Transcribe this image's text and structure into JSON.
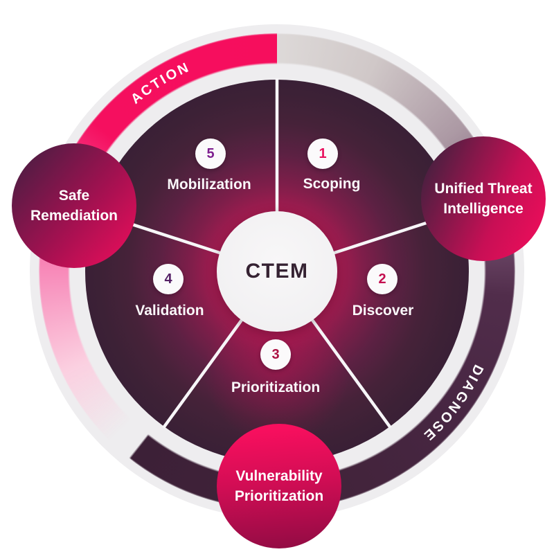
{
  "diagram": {
    "center_label": "CTEM",
    "arc_labels": {
      "action": "ACTION",
      "diagnose": "DIAGNOSE"
    }
  },
  "stages": [
    {
      "number": "1",
      "label": "Scoping",
      "number_color": "#E8125E"
    },
    {
      "number": "2",
      "label": "Discover",
      "number_color": "#C40E4F"
    },
    {
      "number": "3",
      "label": "Prioritization",
      "number_color": "#AC1243"
    },
    {
      "number": "4",
      "label": "Validation",
      "number_color": "#552066"
    },
    {
      "number": "5",
      "label": "Mobilization",
      "number_color": "#7E1F8F"
    }
  ],
  "satellites": [
    {
      "line1": "Safe",
      "line2": "Remediation"
    },
    {
      "line1": "Unified Threat",
      "line2": "Intelligence"
    },
    {
      "line1": "Vulnerability",
      "line2": "Prioritization"
    }
  ],
  "colors": {
    "accent_pink": "#F60E5D",
    "dark_purple": "#3B2037",
    "inner_glow": "#A81B50",
    "outer_disk": "#EEEDEF",
    "badge_bg": "#FBFAFB"
  }
}
